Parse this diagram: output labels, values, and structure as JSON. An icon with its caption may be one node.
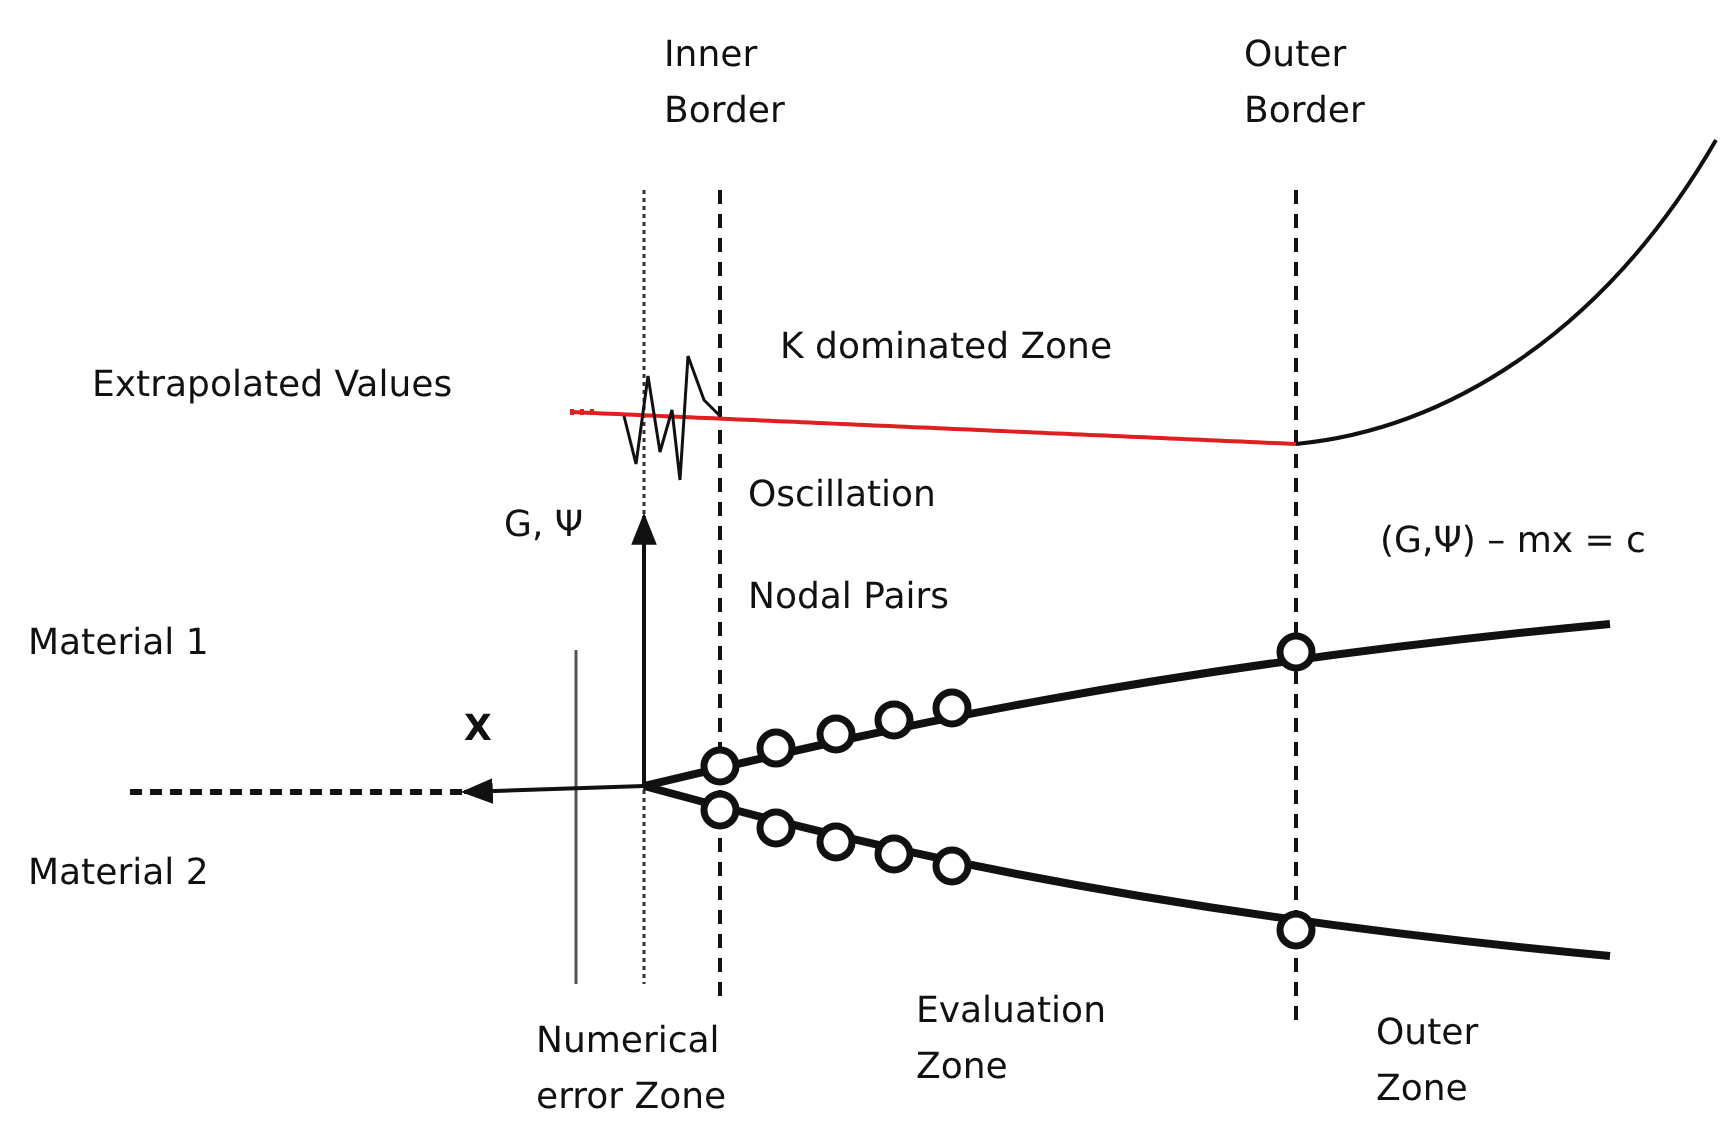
{
  "diagram": {
    "labels": [
      "Inner Border",
      "Outer Border",
      "K dominated Zone",
      "Extrapolated Values",
      "G, Ψ",
      "Oscillation",
      "(G,Ψ) – mx = c",
      "Nodal Pairs",
      "Material 1",
      "X",
      "Material 2",
      "Numerical error Zone",
      "Evaluation Zone",
      "Outer Zone"
    ]
  }
}
